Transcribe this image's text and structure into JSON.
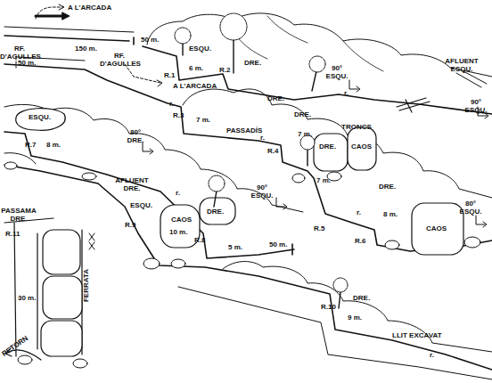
{
  "diagram": {
    "labels": [
      "A L'ARCADA",
      "RF. D'AGULLES",
      "150 m.",
      "50 m.",
      "ESQU.",
      "R.1",
      "6 m.",
      "DRE.",
      "R.2",
      "50 m.",
      "RF. D'AGULLES",
      "90° ESQU.",
      "AFLUENT ESQU.",
      "A L'ARCADA",
      "r.",
      "r.",
      "R.3",
      "7 m.",
      "TRONCS",
      "90° ESQU.",
      "ESQU.",
      "PASSADÍS",
      "DRE.",
      "DRE.",
      "R.7",
      "8 m.",
      "80° DRE.",
      "R.4",
      "7 m.",
      "r.",
      "DRE.",
      "CAOS",
      "7 m.",
      "DRE.",
      "AFLUENT DRE.",
      "r.",
      "DRE.",
      "90° ESQU.",
      "ESQU.",
      "R.9",
      "CAOS",
      "10 m.",
      "R.8",
      "5 m.",
      "r.",
      "R.5",
      "8 m.",
      "CAOS",
      "80° ESQU.",
      "R.6",
      "50 m.",
      "PASSAMA DRE.",
      "R.11",
      "30 m.",
      "FERRATA",
      "DRE.",
      "R.10",
      "9 m.",
      "LLIT EXCAVAT",
      "r.",
      "RETORN"
    ]
  }
}
